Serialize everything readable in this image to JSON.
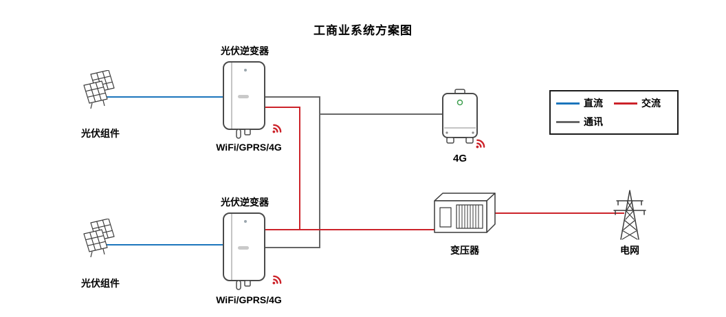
{
  "title": "工商业系统方案图",
  "colors": {
    "dc": "#1b75bc",
    "ac": "#cc2229",
    "comm": "#666666"
  },
  "legend": {
    "dc_label": "直流",
    "ac_label": "交流",
    "comm_label": "通讯"
  },
  "nodes": {
    "pv_top": {
      "label": "光伏组件"
    },
    "pv_bottom": {
      "label": "光伏组件"
    },
    "inverter_top": {
      "label": "光伏逆变器",
      "comm_label": "WiFi/GPRS/4G"
    },
    "inverter_bottom": {
      "label": "光伏逆变器",
      "comm_label": "WiFi/GPRS/4G"
    },
    "logger": {
      "label": "4G"
    },
    "transformer": {
      "label": "变压器"
    },
    "grid": {
      "label": "电网"
    }
  }
}
